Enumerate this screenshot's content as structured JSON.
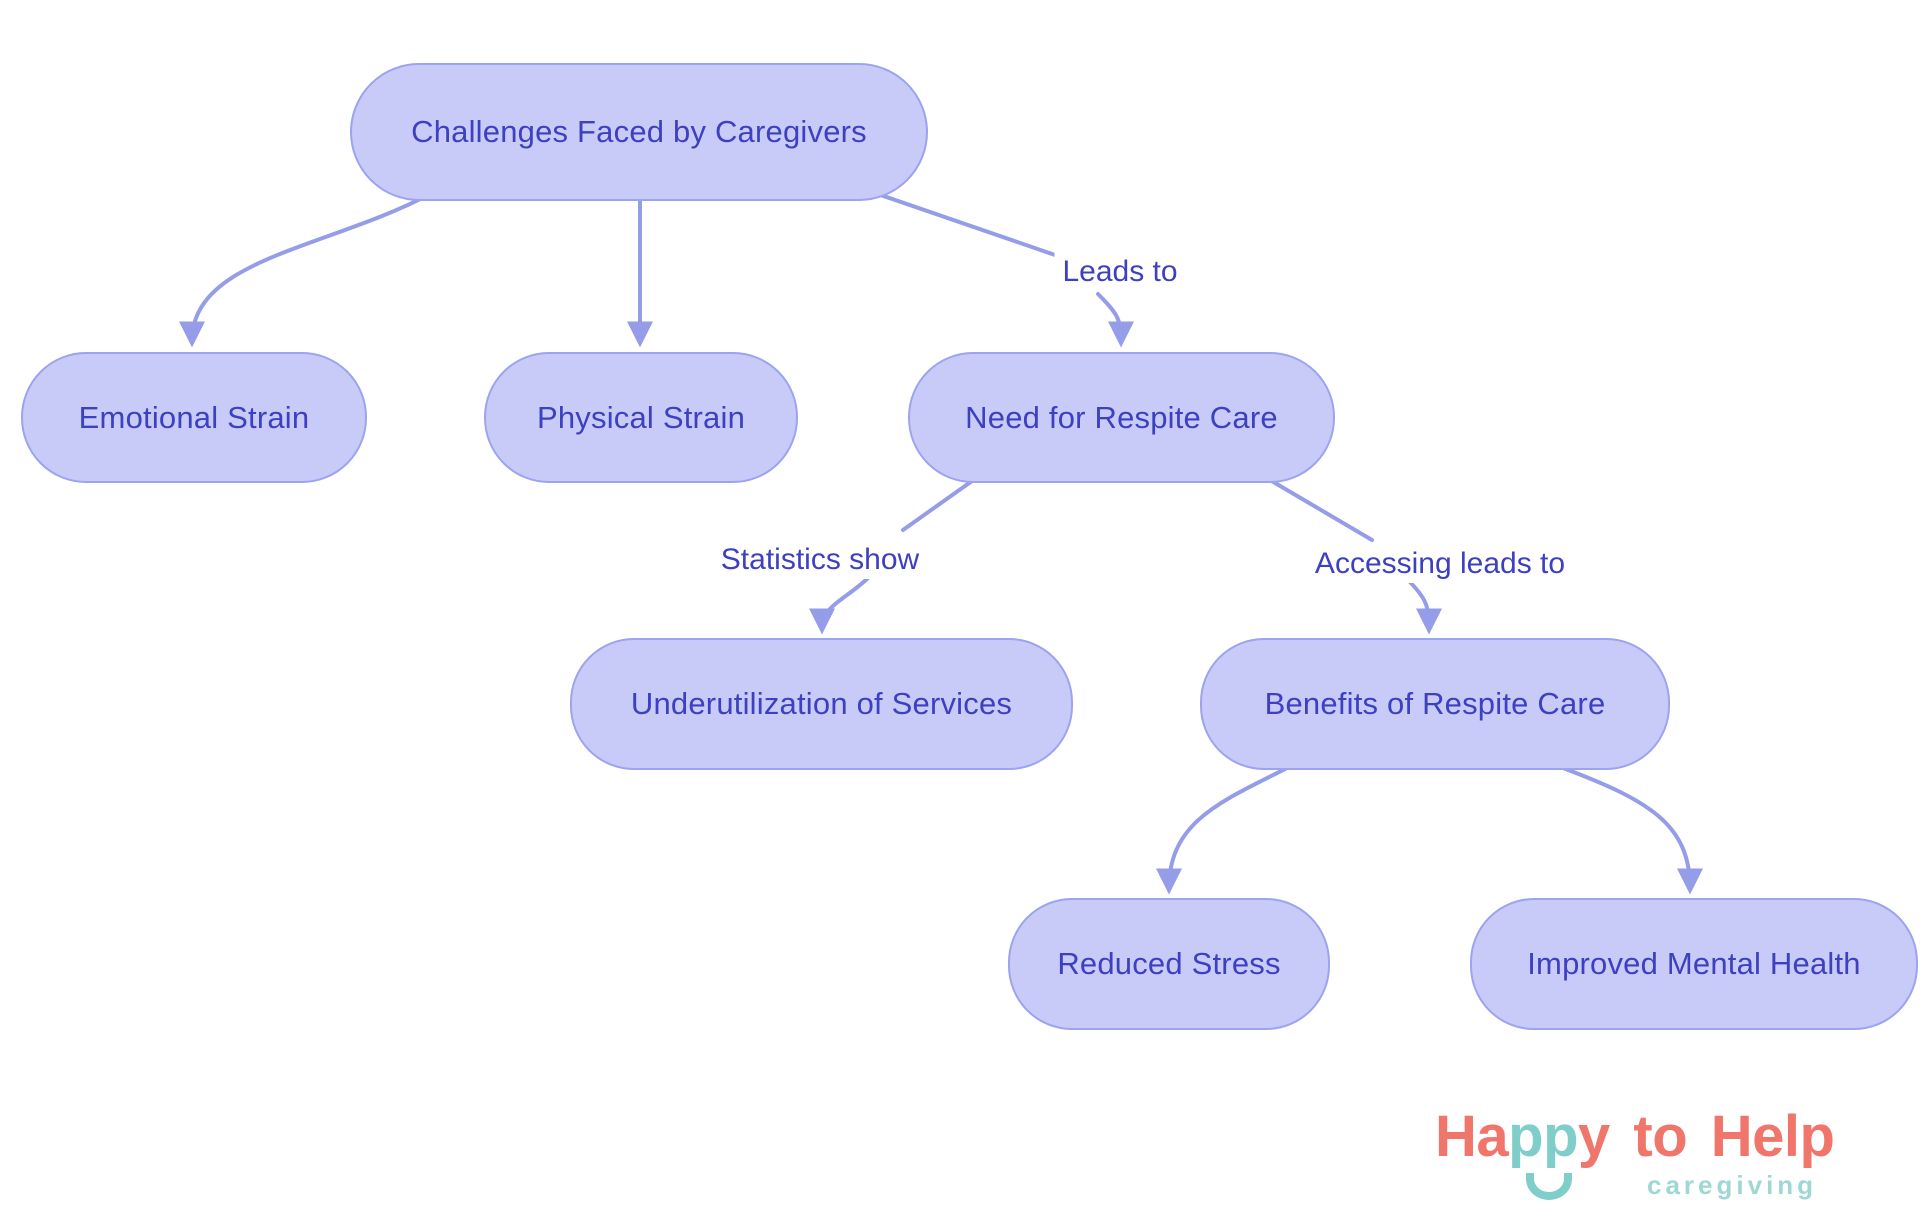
{
  "diagram": {
    "nodes": {
      "challenges": {
        "label": "Challenges Faced by Caregivers"
      },
      "emotional": {
        "label": "Emotional Strain"
      },
      "physical": {
        "label": "Physical Strain"
      },
      "respite": {
        "label": "Need for Respite Care"
      },
      "underutilization": {
        "label": "Underutilization of Services"
      },
      "benefits": {
        "label": "Benefits of Respite Care"
      },
      "reduced_stress": {
        "label": "Reduced Stress"
      },
      "improved_mental_health": {
        "label": "Improved Mental Health"
      }
    },
    "edge_labels": {
      "leads_to": "Leads to",
      "statistics_show": "Statistics show",
      "accessing_leads_to": "Accessing leads to"
    },
    "colors": {
      "node_fill": "#c8caf8",
      "node_border": "#9ca3ef",
      "node_text": "#3d40c0",
      "edge": "#959de9"
    }
  },
  "logo": {
    "wordmark": {
      "part_ha": "Ha",
      "part_pp": "pp",
      "part_y": "y",
      "part_to": " to ",
      "part_help": "Help"
    },
    "subtitle": "caregiving",
    "colors": {
      "coral": "#f0766c",
      "teal": "#7fcec9",
      "subtitle_text": "#9fd8d3"
    }
  }
}
